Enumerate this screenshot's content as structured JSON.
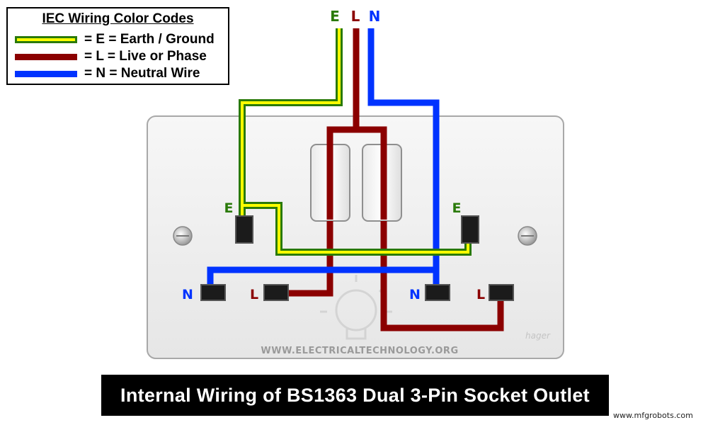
{
  "legend": {
    "title": "IEC Wiring Color Codes",
    "items": [
      {
        "label": "= E = Earth / Ground",
        "color": "#2a7a0a",
        "fill": "#ffff00"
      },
      {
        "label": "= L = Live or Phase",
        "color": "#8b0000"
      },
      {
        "label": "= N = Neutral Wire",
        "color": "#0033ff"
      }
    ]
  },
  "supply_labels": {
    "earth": "E",
    "live": "L",
    "neutral": "N"
  },
  "terminal_labels": {
    "left_earth": "E",
    "right_earth": "E",
    "left_neutral": "N",
    "left_live": "L",
    "right_neutral": "N",
    "right_live": "L"
  },
  "watermark": "WWW.ELECTRICALTECHNOLOGY.ORG",
  "brand_mark": "hager",
  "caption": "Internal Wiring of BS1363 Dual 3-Pin Socket Outlet",
  "credit": "www.mfgrobots.com",
  "colors": {
    "earth_green": "#2a7a0a",
    "earth_yellow": "#ffff00",
    "live": "#8b0000",
    "neutral": "#0033ff",
    "plate": "#f2f2f2"
  }
}
